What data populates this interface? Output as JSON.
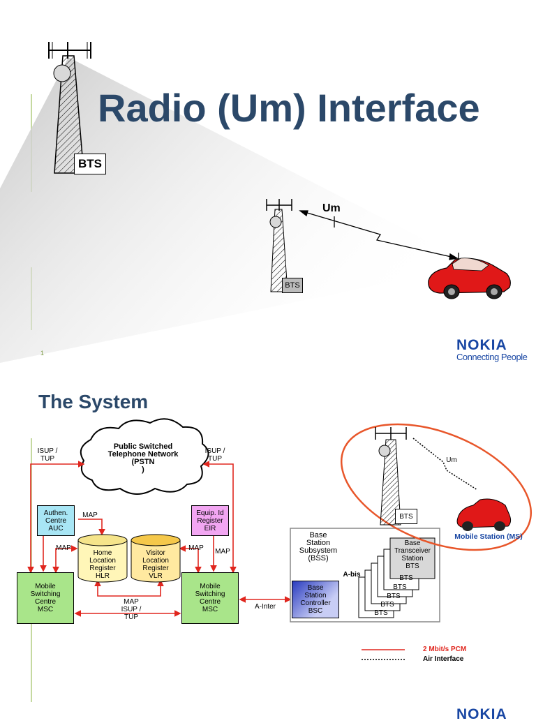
{
  "slide1": {
    "title": "Radio (Um) Interface",
    "bts_big": "BTS",
    "bts_small": "BTS",
    "um": "Um",
    "page_number": "1",
    "brand": "NOKIA",
    "tagline": "Connecting People"
  },
  "slide2": {
    "title": "The System",
    "pstn": "Public Switched\nTelephone Network\n(PSTN\n)",
    "isup_left": "ISUP /\nTUP",
    "isup_right": "ISUP /\nTUP",
    "auc": "Authen.\nCentre\nAUC",
    "eir": "Equip. Id\nRegister\nEIR",
    "hlr": "Home\nLocation\nRegister\nHLR",
    "vlr": "Visitor\nLocation\nRegister\nVLR",
    "map_top": "MAP",
    "map_left": "MAP",
    "map_mid": "MAP",
    "map_right": "MAP",
    "msc_left": "Mobile\nSwitching\nCentre\nMSC",
    "msc_right": "Mobile\nSwitching\nCentre\nMSC",
    "map_bottom": "MAP\nISUP /\nTUP",
    "a_inter": "A-Inter",
    "bss": "Base\nStation\nSubsystem\n(BSS)",
    "abis": "A-bis",
    "bsc": "Base\nStation\nController\nBSC",
    "btsu": "Base\nTransceiver\nStation\nBTS",
    "bts_stack": [
      "BTS",
      "BTS",
      "BTS",
      "BTS",
      "BTS"
    ],
    "bts_tower": "BTS",
    "um": "Um",
    "ms": "Mobile Station (MS)",
    "legend_pcm": "2 Mbit/s PCM",
    "legend_air": "Air Interface",
    "brand": "NOKIA"
  },
  "colors": {
    "title": "#2b4869",
    "nokia": "#1846a3",
    "link_red": "#e0261e",
    "ellipse": "#e8562a",
    "msc_green": "#a9e58a"
  }
}
